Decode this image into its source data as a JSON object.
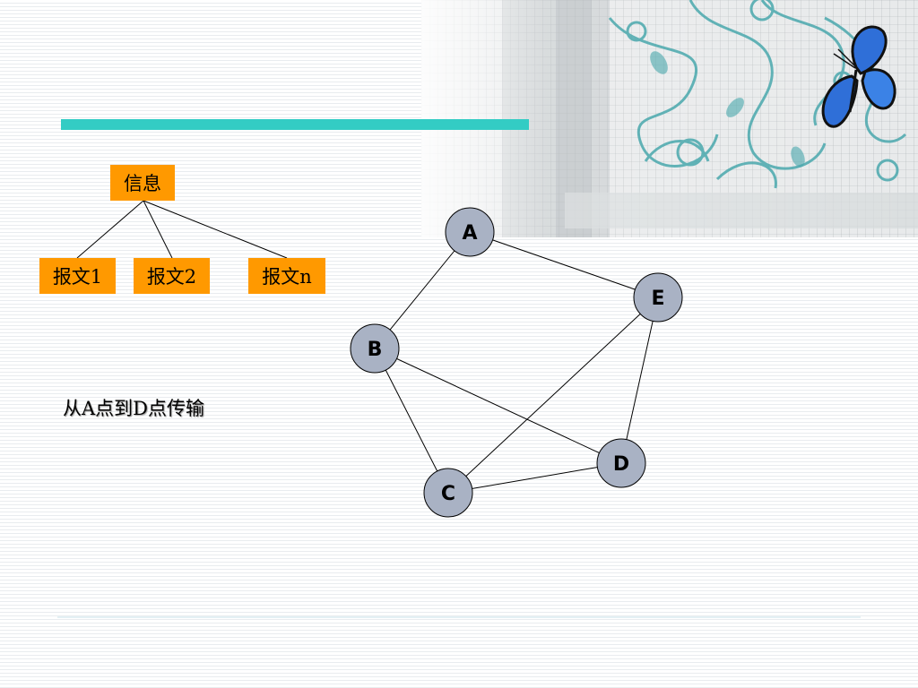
{
  "tree": {
    "root_label": "信息",
    "children": [
      "报文1",
      "报文2",
      "报文n"
    ]
  },
  "caption": "从A点到D点传输",
  "network": {
    "nodes": [
      "A",
      "B",
      "C",
      "D",
      "E"
    ],
    "edges": [
      [
        "A",
        "B"
      ],
      [
        "A",
        "E"
      ],
      [
        "B",
        "C"
      ],
      [
        "B",
        "D"
      ],
      [
        "C",
        "D"
      ],
      [
        "C",
        "E"
      ],
      [
        "E",
        "D"
      ]
    ]
  },
  "colors": {
    "accent": "#33ccc4",
    "box_fill": "#ff9900",
    "node_fill": "#a9b2c4",
    "teal_ornament": "#4aa8ad",
    "butterfly_blue": "#2f6fd8"
  },
  "decor": {
    "top_right_image": "teal-swirl-ornament",
    "butterfly": "blue-butterfly-icon"
  }
}
